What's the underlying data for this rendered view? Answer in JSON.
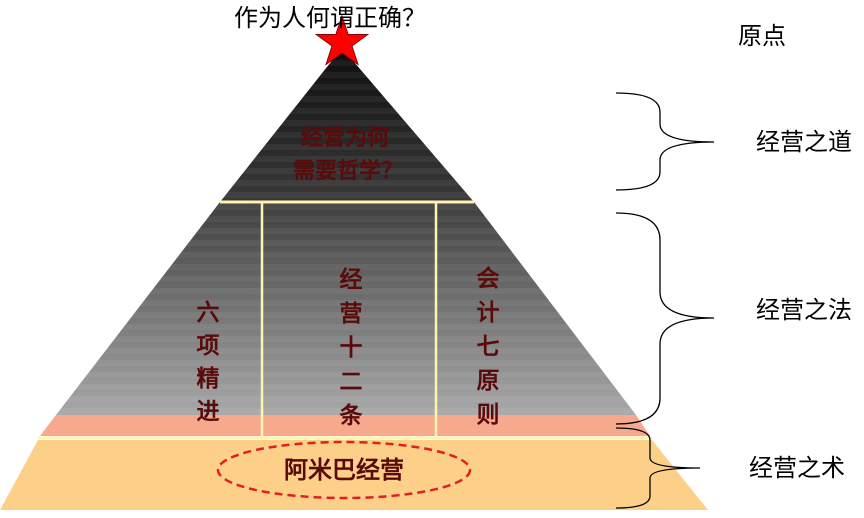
{
  "title": "作为人何谓正确？",
  "top_label": "原点",
  "apex_text": [
    "经营为何",
    "需要哲学？"
  ],
  "columns": [
    {
      "chars": [
        "六",
        "项",
        "精",
        "进"
      ]
    },
    {
      "chars": [
        "经",
        "营",
        "十",
        "二",
        "条"
      ]
    },
    {
      "chars": [
        "会",
        "计",
        "七",
        "原",
        "则"
      ]
    }
  ],
  "base_text": "阿米巴经营",
  "right_labels": [
    {
      "text": "经营之道"
    },
    {
      "text": "经营之法"
    },
    {
      "text": "经营之术"
    }
  ],
  "colors": {
    "apex_top": "#101010",
    "middle_bottom": "#a0a0a0",
    "salmon": "#f7a98e",
    "base_fill": "#fdd08a",
    "divider": "#fff3b0",
    "star": "#ff0000",
    "ellipse": "#e02020",
    "text_dark": "#5a0a0a"
  }
}
